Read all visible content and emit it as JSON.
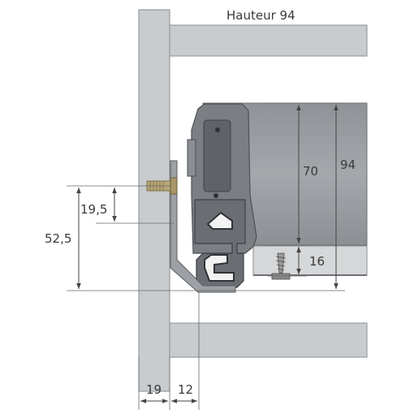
{
  "title": "Hauteur 94",
  "dimensions": {
    "d_52_5": "52,5",
    "d_19_5": "19,5",
    "d_70": "70",
    "d_94": "94",
    "d_16": "16",
    "d_19": "19",
    "d_12": "12"
  },
  "colors": {
    "panel_fill": "#c9ccce",
    "panel_stroke": "#8a8d90",
    "drawer_side": "#9a9da1",
    "drawer_dark": "#6e7276",
    "runner_dark": "#4d5155",
    "bottom_panel": "#d5d7d9",
    "dim_line": "#444444"
  }
}
